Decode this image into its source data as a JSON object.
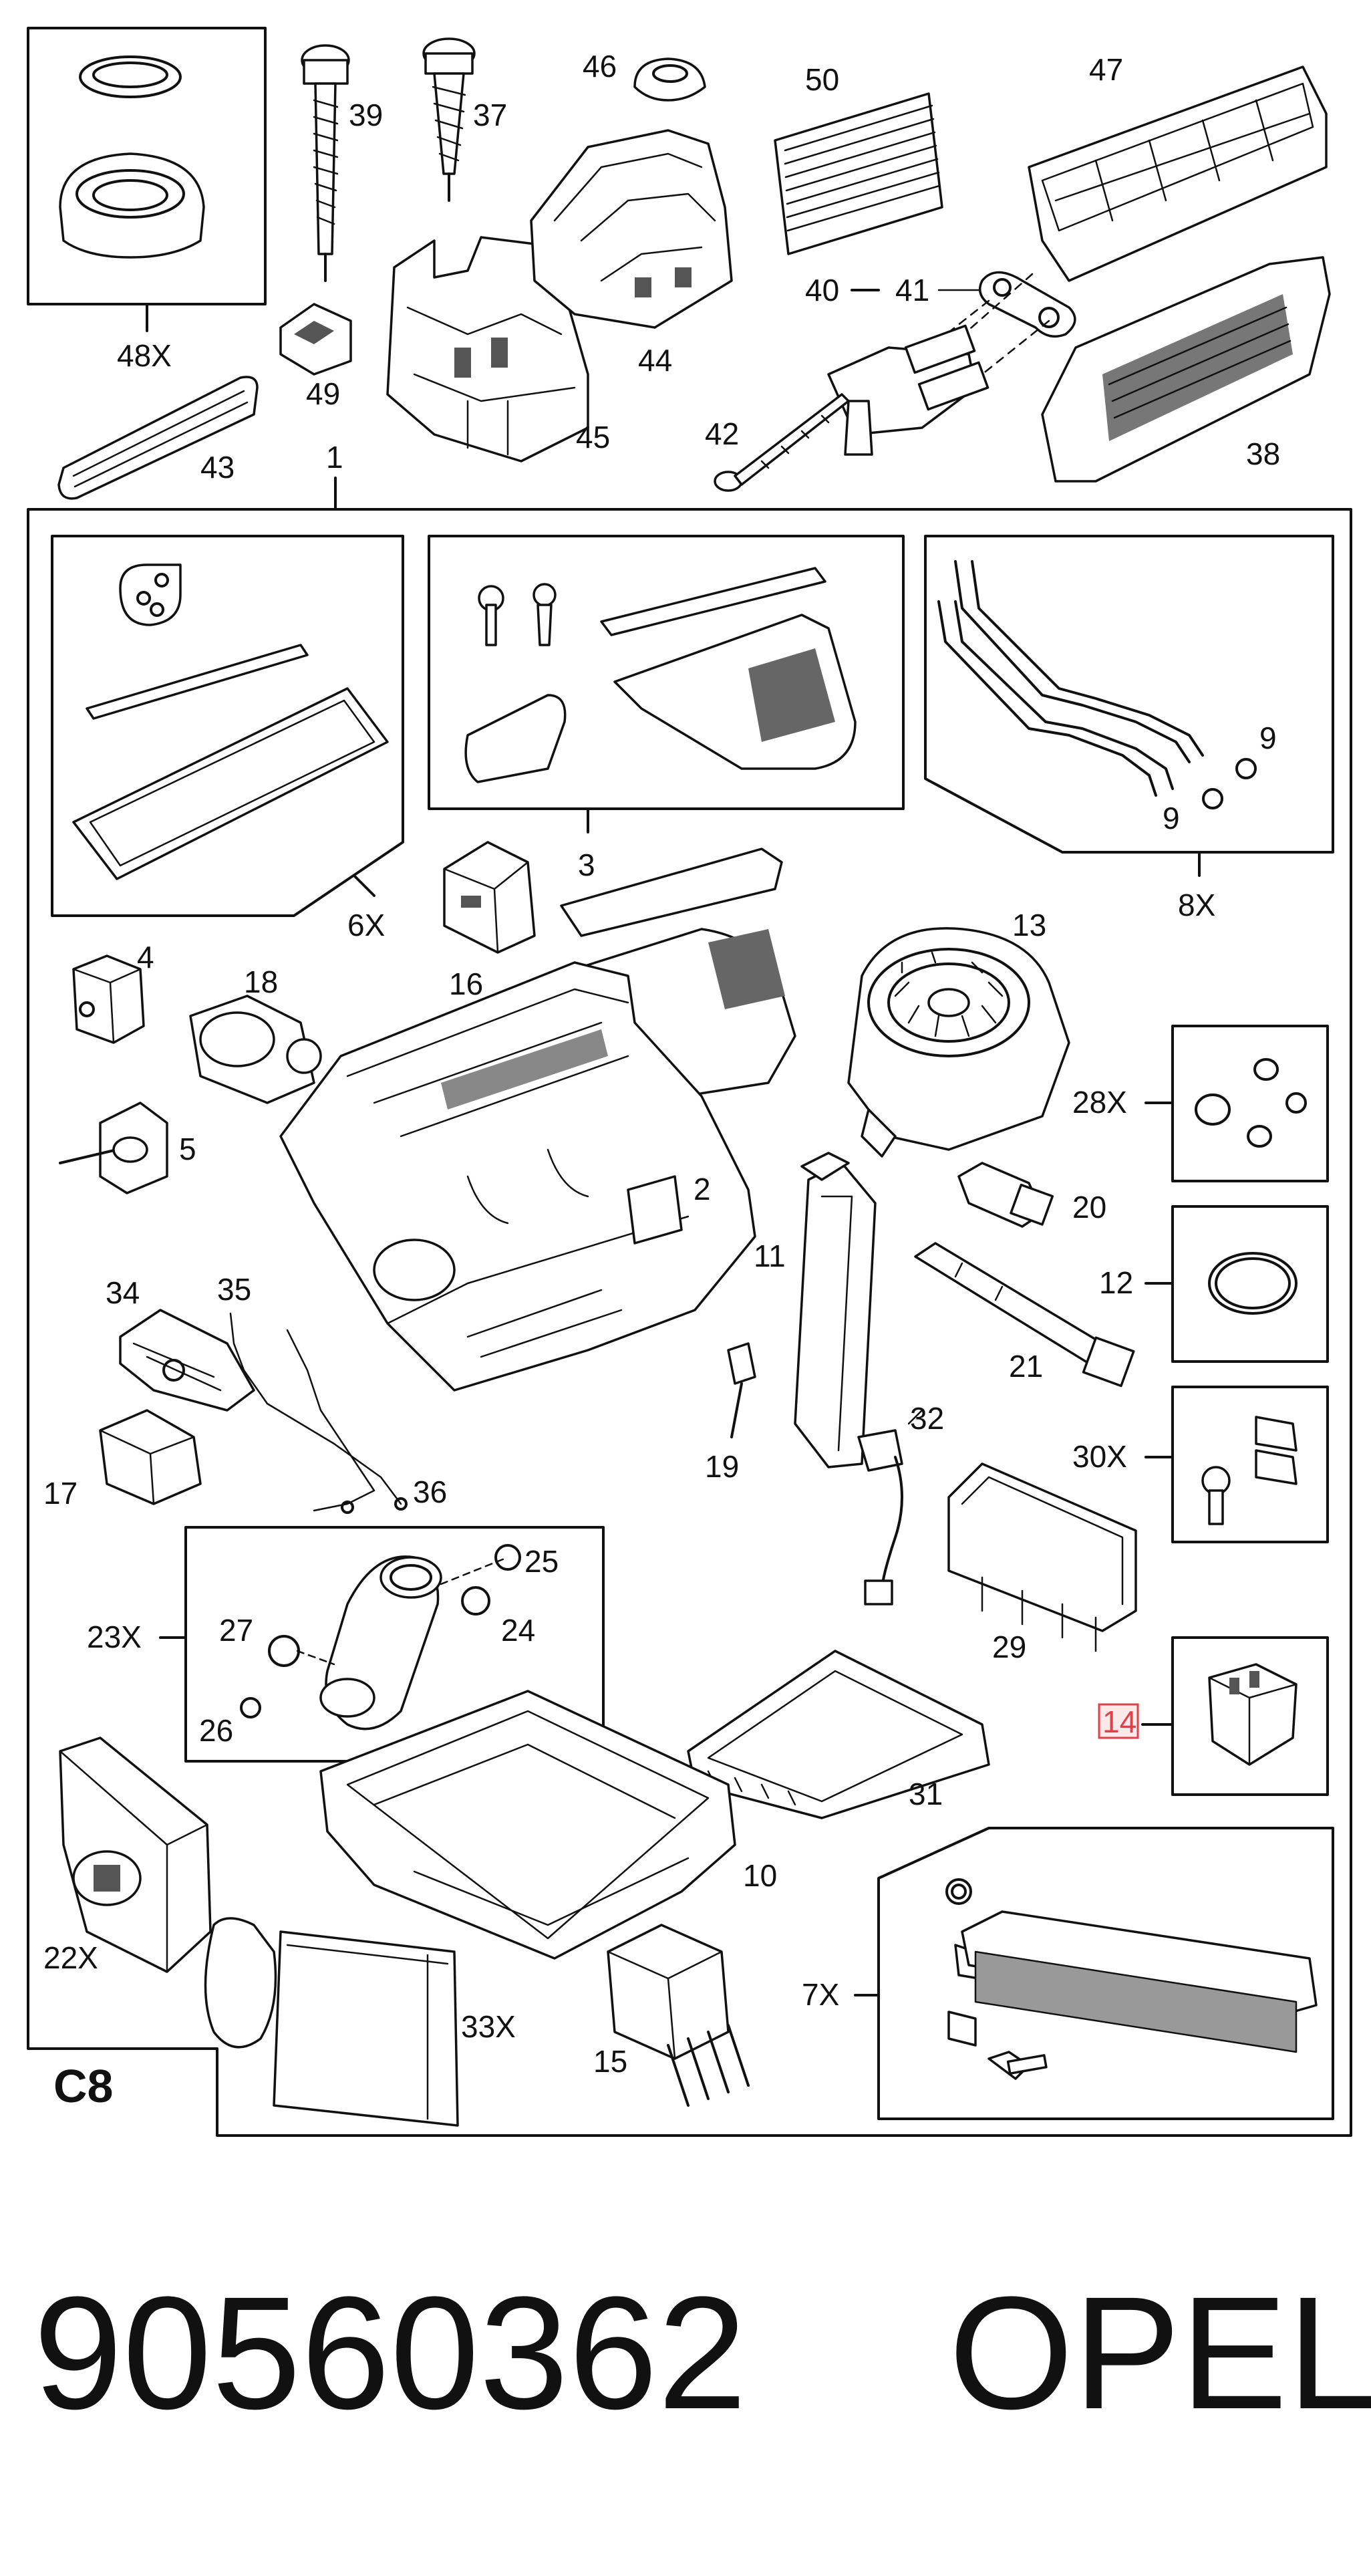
{
  "section": "C8",
  "callouts": {
    "c1": "1",
    "c2": "2",
    "c3": "3",
    "c4": "4",
    "c5": "5",
    "c6x": "6X",
    "c7x": "7X",
    "c8x": "8X",
    "c9a": "9",
    "c9b": "9",
    "c10": "10",
    "c11": "11",
    "c12": "12",
    "c13": "13",
    "c14": "14",
    "c15": "15",
    "c16": "16",
    "c17": "17",
    "c18": "18",
    "c19": "19",
    "c20": "20",
    "c21": "21",
    "c22x": "22X",
    "c23x": "23X",
    "c24": "24",
    "c25": "25",
    "c26": "26",
    "c27": "27",
    "c28x": "28X",
    "c29": "29",
    "c30x": "30X",
    "c31": "31",
    "c32": "32",
    "c33x": "33X",
    "c34": "34",
    "c35": "35",
    "c36": "36",
    "c37": "37",
    "c38": "38",
    "c39": "39",
    "c40": "40",
    "c41": "41",
    "c42": "42",
    "c43": "43",
    "c44": "44",
    "c45": "45",
    "c46": "46",
    "c47": "47",
    "c48x": "48X",
    "c49": "49",
    "c50": "50"
  },
  "highlight_color": "#e0404a",
  "footer": {
    "part_number": "90560362",
    "brand": "OPEL"
  }
}
